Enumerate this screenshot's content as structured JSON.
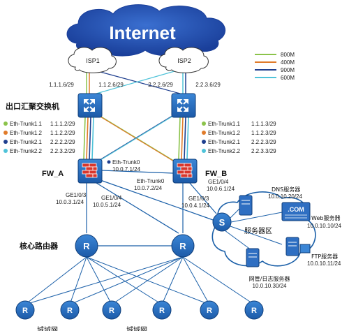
{
  "internet": "Internet",
  "isp1": "ISP1",
  "isp2": "ISP2",
  "legend": [
    {
      "label": "800M",
      "color": "#8bc34a"
    },
    {
      "label": "400M",
      "color": "#e07b2a"
    },
    {
      "label": "900M",
      "color": "#1f3f8f"
    },
    {
      "label": "600M",
      "color": "#4fc3d9"
    }
  ],
  "isp_ips": {
    "isp1_a": "1.1.1.6/29",
    "isp1_b": "1.1.2.6/29",
    "isp2_a": "2.2.2.6/29",
    "isp2_b": "2.2.3.6/29"
  },
  "egress_switch_label": "出口汇聚交换机",
  "trunks_left": [
    {
      "name": "Eth-Trunk1.1",
      "ip": "1.1.1.2/29",
      "color": "#8bc34a"
    },
    {
      "name": "Eth-Trunk1.2",
      "ip": "1.1.2.2/29",
      "color": "#e07b2a"
    },
    {
      "name": "Eth-Trunk2.1",
      "ip": "2.2.2.2/29",
      "color": "#1f3f8f"
    },
    {
      "name": "Eth-Trunk2.2",
      "ip": "2.2.3.2/29",
      "color": "#4fc3d9"
    }
  ],
  "trunks_right": [
    {
      "name": "Eth-Trunk1.1",
      "ip": "1.1.1.3/29",
      "color": "#8bc34a"
    },
    {
      "name": "Eth-Trunk1.2",
      "ip": "1.1.2.3/29",
      "color": "#e07b2a"
    },
    {
      "name": "Eth-Trunk2.1",
      "ip": "2.2.2.3/29",
      "color": "#1f3f8f"
    },
    {
      "name": "Eth-Trunk2.2",
      "ip": "2.2.3.3/29",
      "color": "#4fc3d9"
    }
  ],
  "fw_a": {
    "name": "FW_A",
    "trunk_name": "Eth-Trunk0",
    "trunk_ip": "10.0.7.1/24",
    "ge1_name": "GE1/0/3",
    "ge1_ip": "10.0.3.1/24",
    "ge2_name": "GE1/0/4",
    "ge2_ip": "10.0.5.1/24"
  },
  "fw_b": {
    "name": "FW_B",
    "trunk_name": "Eth-Trunk0",
    "trunk_ip": "10.0.7.2/24",
    "ge1_name": "GE1/0/4",
    "ge1_ip": "10.0.6.1/24",
    "ge2_name": "GE1/0/3",
    "ge2_ip": "10.0.4.1/24"
  },
  "core_router_label": "核心路由器",
  "server_zone": "服务器区",
  "servers": {
    "dns_name": "DNS服务器",
    "dns_ip": "10.0.10.20/24",
    "web_name": "Web服务器",
    "web_ip": "10.0.10.10/24",
    "web_badge": ".COM",
    "ftp_name": "FTP服务器",
    "ftp_ip": "10.0.10.11/24",
    "log_name": "网管/日志服务器",
    "log_ip": "10.0.10.30/24"
  },
  "switch_s": "S",
  "router_r": "R",
  "bottom_labels": [
    "城域网",
    "城域网"
  ]
}
